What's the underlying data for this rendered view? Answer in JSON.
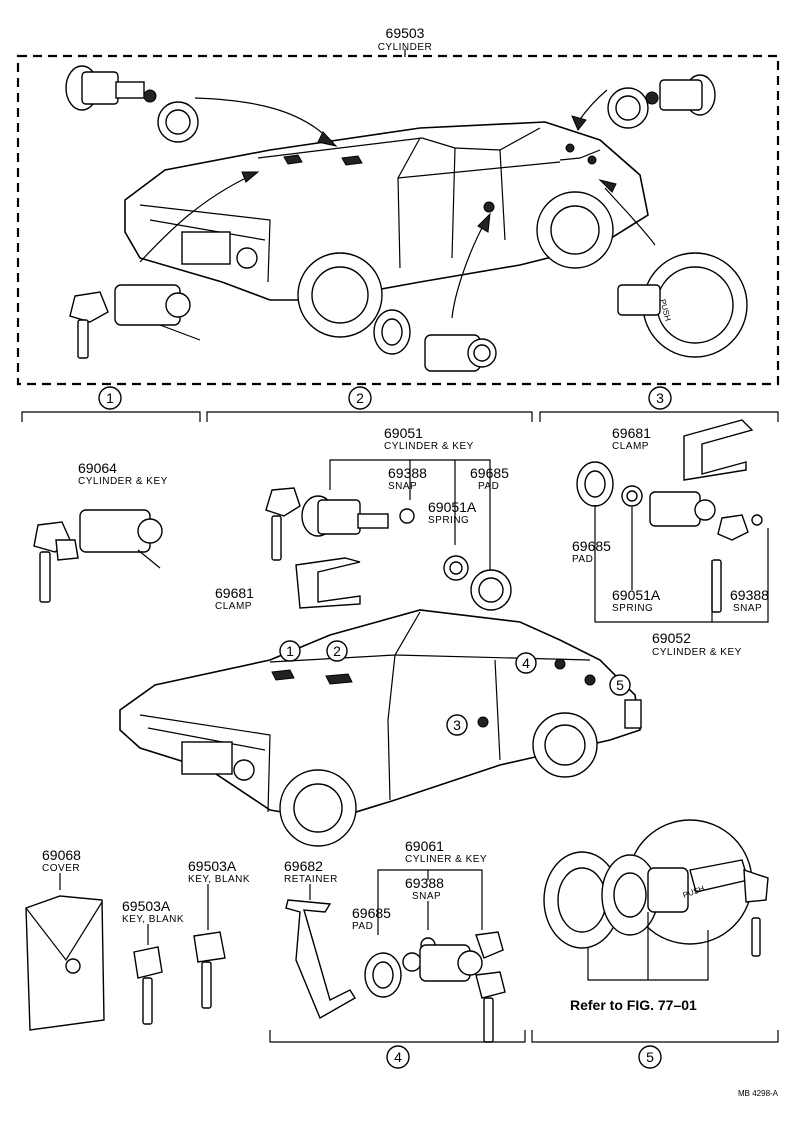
{
  "top_part": {
    "num": "69503",
    "name": "CYLINDER"
  },
  "sections": {
    "s1": "1",
    "s2": "2",
    "s3": "3",
    "s4": "4",
    "s5": "5"
  },
  "callouts": {
    "c1": "1",
    "c2": "2",
    "c3": "3",
    "c4": "4",
    "c5": "5"
  },
  "parts": {
    "p69064": {
      "num": "69064",
      "name": "CYLINDER & KEY"
    },
    "p69051": {
      "num": "69051",
      "name": "CYLINDER & KEY"
    },
    "p69388_a": {
      "num": "69388",
      "name": "SNAP"
    },
    "p69685_a": {
      "num": "69685",
      "name": "PAD"
    },
    "p69051A_a": {
      "num": "69051A",
      "name": "SPRING"
    },
    "p69681_a": {
      "num": "69681",
      "name": "CLAMP"
    },
    "p69681_b": {
      "num": "69681",
      "name": "CLAMP"
    },
    "p69685_b": {
      "num": "69685",
      "name": "PAD"
    },
    "p69051A_b": {
      "num": "69051A",
      "name": "SPRING"
    },
    "p69388_b": {
      "num": "69388",
      "name": "SNAP"
    },
    "p69052": {
      "num": "69052",
      "name": "CYLINDER & KEY"
    },
    "p69068": {
      "num": "69068",
      "name": "COVER"
    },
    "p69503A_a": {
      "num": "69503A",
      "name": "KEY, BLANK"
    },
    "p69503A_b": {
      "num": "69503A",
      "name": "KEY, BLANK"
    },
    "p69682": {
      "num": "69682",
      "name": "RETAINER"
    },
    "p69061": {
      "num": "69061",
      "name": "CYLINER & KEY"
    },
    "p69388_c": {
      "num": "69388",
      "name": "SNAP"
    },
    "p69685_c": {
      "num": "69685",
      "name": "PAD"
    }
  },
  "refer_text": "Refer to FIG. 77–01",
  "figure_code": "MB 4298-A"
}
